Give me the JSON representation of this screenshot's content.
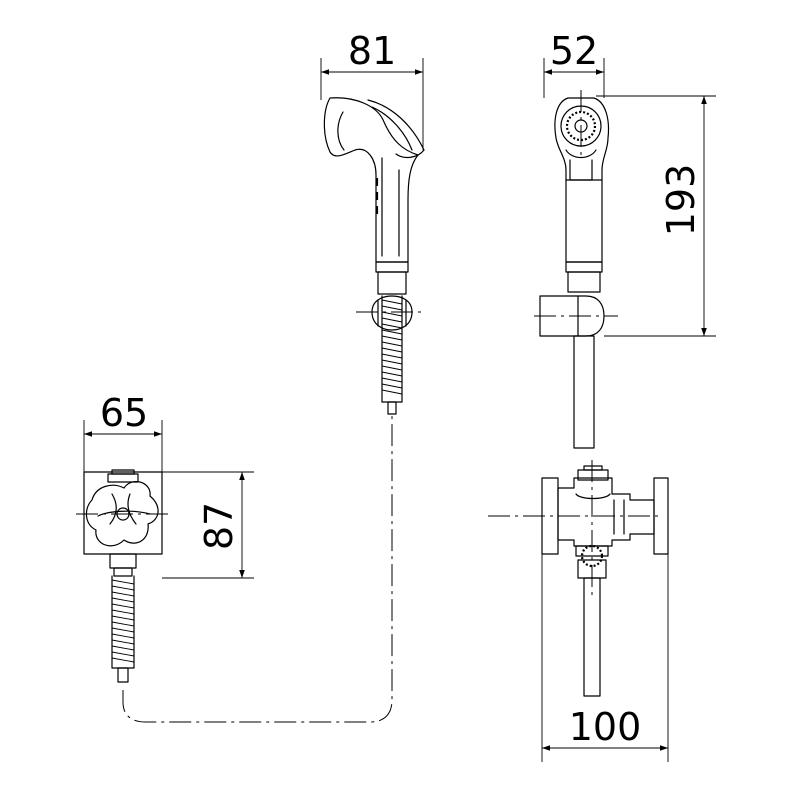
{
  "dimensions": {
    "handset_side_width": "81",
    "handset_front_width": "52",
    "handset_height": "193",
    "valve_side_width": "65",
    "valve_side_height": "87",
    "valve_front_width": "100"
  },
  "colors": {
    "line": "#000000",
    "background": "#ffffff"
  }
}
